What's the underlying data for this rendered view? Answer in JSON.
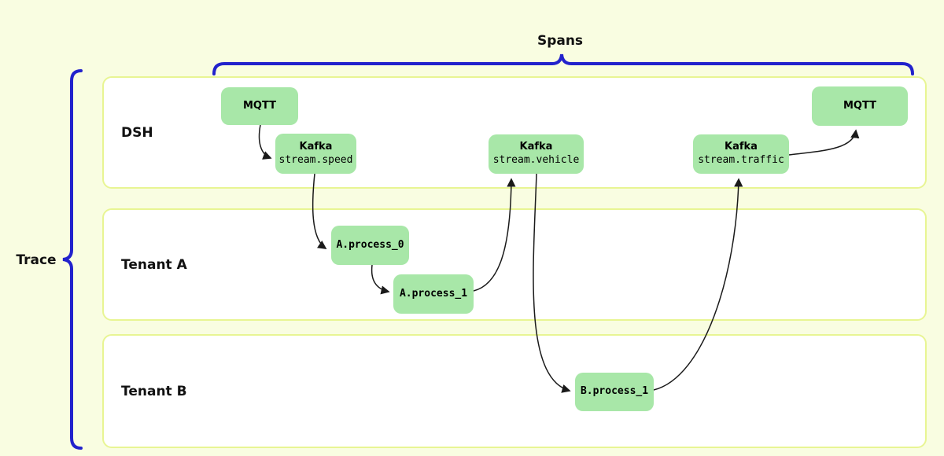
{
  "title_labels": {
    "spans": "Spans",
    "trace": "Trace"
  },
  "lanes": [
    {
      "label": "DSH"
    },
    {
      "label": "Tenant A"
    },
    {
      "label": "Tenant B"
    }
  ],
  "nodes": {
    "mqtt_in": {
      "line1": "MQTT"
    },
    "kafka_speed": {
      "line1": "Kafka",
      "line2": "stream.speed"
    },
    "kafka_vehicle": {
      "line1": "Kafka",
      "line2": "stream.vehicle"
    },
    "kafka_traffic": {
      "line1": "Kafka",
      "line2": "stream.traffic"
    },
    "mqtt_out": {
      "line1": "MQTT"
    },
    "a_process_0": {
      "line1": "A.process_0"
    },
    "a_process_1": {
      "line1": "A.process_1"
    },
    "b_process_1": {
      "line1": "B.process_1"
    }
  },
  "edges": [
    {
      "from": "mqtt_in",
      "to": "kafka_speed"
    },
    {
      "from": "kafka_speed",
      "to": "a_process_0"
    },
    {
      "from": "a_process_0",
      "to": "a_process_1"
    },
    {
      "from": "a_process_1",
      "to": "kafka_vehicle"
    },
    {
      "from": "kafka_vehicle",
      "to": "b_process_1"
    },
    {
      "from": "b_process_1",
      "to": "kafka_traffic"
    },
    {
      "from": "kafka_traffic",
      "to": "mqtt_out"
    }
  ],
  "colors": {
    "background": "#f9fde1",
    "lane_fill": "#ffffff",
    "lane_border": "#e8f593",
    "node_fill": "#a8e7a8",
    "brace_blue": "#2222cc",
    "arrow": "#1a1a1a"
  }
}
